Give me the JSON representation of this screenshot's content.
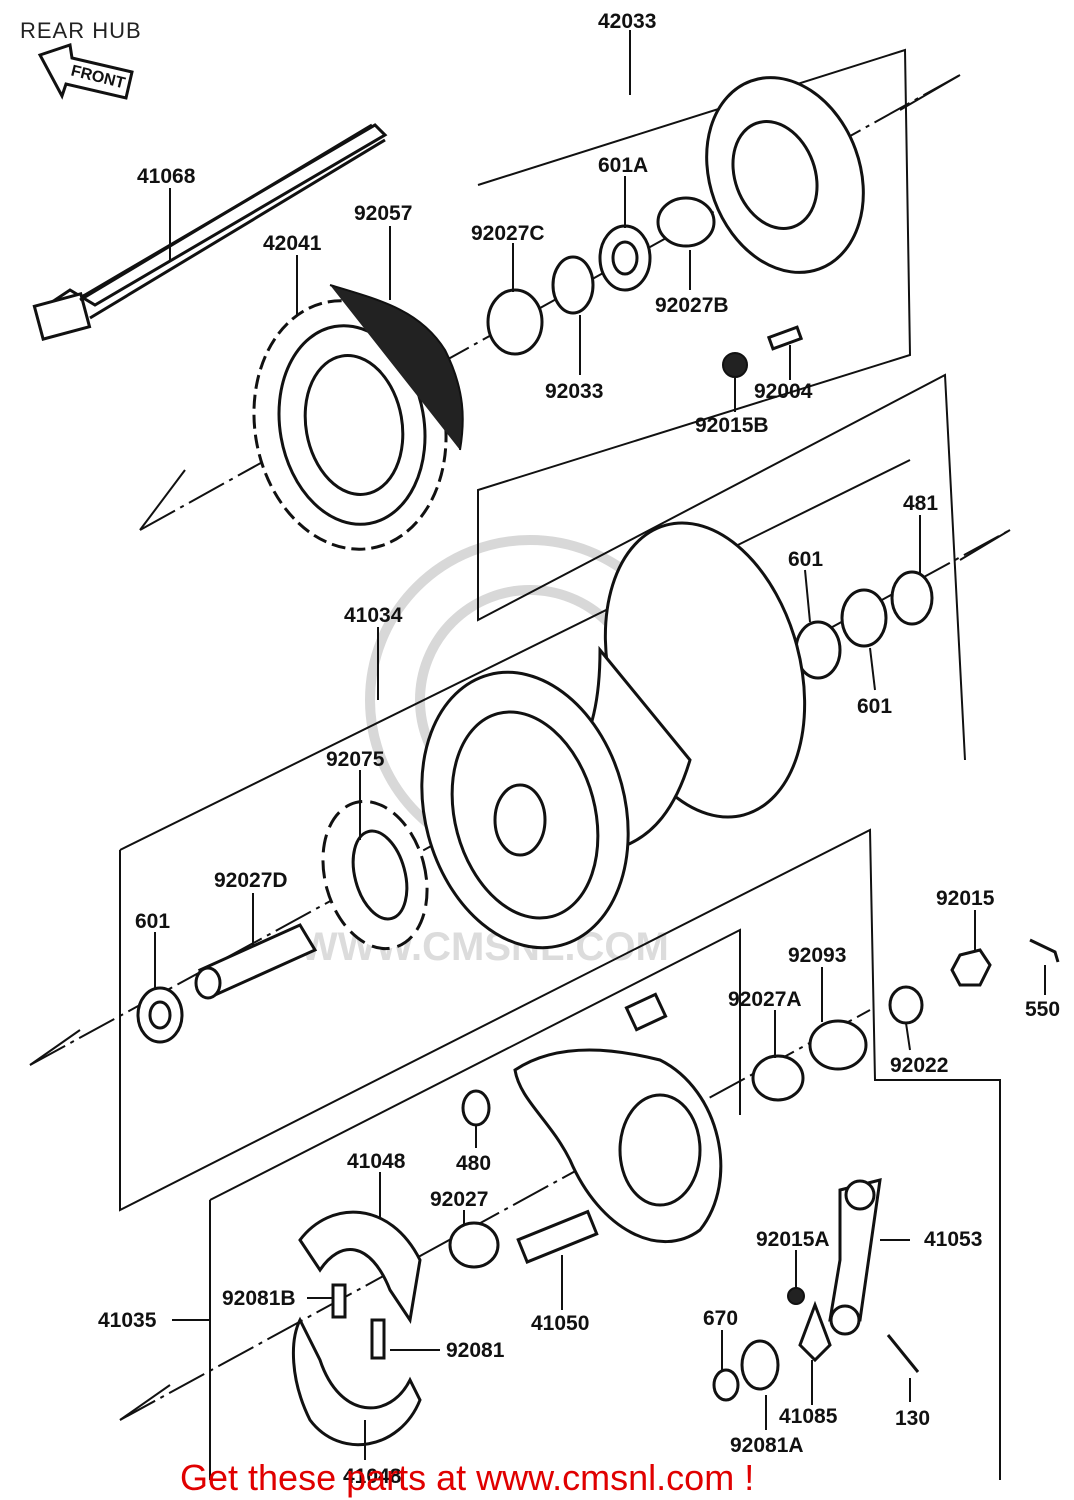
{
  "title": "REAR HUB",
  "front_arrow": "FRONT",
  "watermark": "WWW.CMSNL.COM",
  "footer": "Get these parts at www.cmsnl.com !",
  "colors": {
    "footer": "#e00000",
    "lines": "#111111",
    "watermark": "#d8d8d8"
  },
  "labels": {
    "p42033": "42033",
    "p41068": "41068",
    "p92057": "92057",
    "p42041": "42041",
    "p601A": "601A",
    "p92027C": "92027C",
    "p92027B": "92027B",
    "p92033": "92033",
    "p92004": "92004",
    "p92015B": "92015B",
    "p481": "481",
    "p601_top": "601",
    "p601_mid": "601",
    "p41034": "41034",
    "p92075": "92075",
    "p92027D": "92027D",
    "p601_left": "601",
    "p92015": "92015",
    "p92093": "92093",
    "p92027A": "92027A",
    "p550": "550",
    "p92022": "92022",
    "p480": "480",
    "p41048_top": "41048",
    "p92027": "92027",
    "p92015A": "92015A",
    "p41053": "41053",
    "p41035": "41035",
    "p92081B": "92081B",
    "p41050": "41050",
    "p670": "670",
    "p92081": "92081",
    "p41085": "41085",
    "p130": "130",
    "p92081A": "92081A",
    "p41048_bottom": "41048"
  }
}
